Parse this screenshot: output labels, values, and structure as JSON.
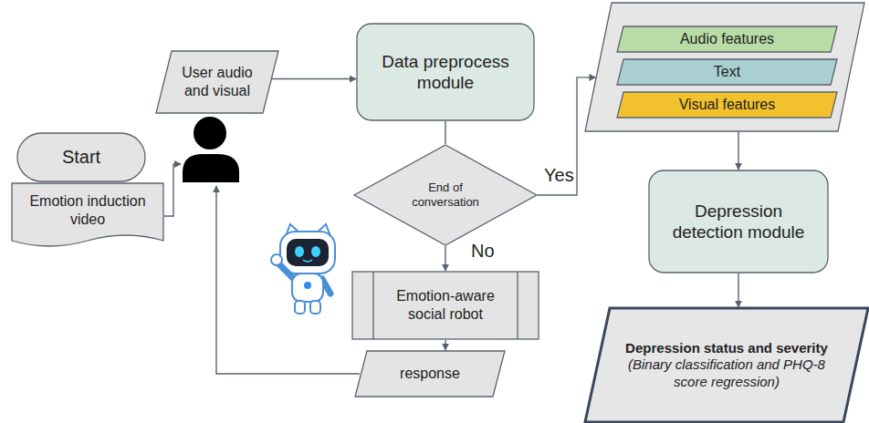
{
  "diagram": {
    "nodes": [
      {
        "text": [
          "Start"
        ]
      },
      {
        "text": [
          "Emotion induction video"
        ]
      },
      {
        "text": [
          "User audio and visual"
        ]
      },
      {
        "text": [
          "Data preprocess module"
        ]
      },
      {
        "text": []
      },
      {
        "text": [
          "Audio features"
        ],
        "in": 4
      },
      {
        "text": [
          "Text"
        ],
        "in": 4
      },
      {
        "text": [
          "Visual features"
        ],
        "in": 4
      },
      {
        "text": [
          "End of conversation"
        ]
      },
      {
        "text": [
          "Depression detection module"
        ]
      },
      {
        "text": [
          "Emotion-aware social robot"
        ]
      },
      {
        "text": [
          "response"
        ]
      },
      {
        "text": [
          "Depression status and severity",
          "(Binary classification and PHQ-8 score regression)"
        ]
      }
    ],
    "edges": [
      {
        "from": 2,
        "to": 3,
        "arrow": "to"
      },
      {
        "from": 3,
        "to": 8,
        "arrow": "none"
      },
      {
        "from": 8,
        "to": 4,
        "arrow": "to",
        "label": "Yes"
      },
      {
        "from": 8,
        "to": 10,
        "arrow": "to",
        "label": "No"
      },
      {
        "from": 4,
        "to": 9,
        "arrow": "to"
      },
      {
        "from": 9,
        "to": 12,
        "arrow": "to"
      },
      {
        "from": 10,
        "to": 11,
        "arrow": "to"
      }
    ]
  }
}
